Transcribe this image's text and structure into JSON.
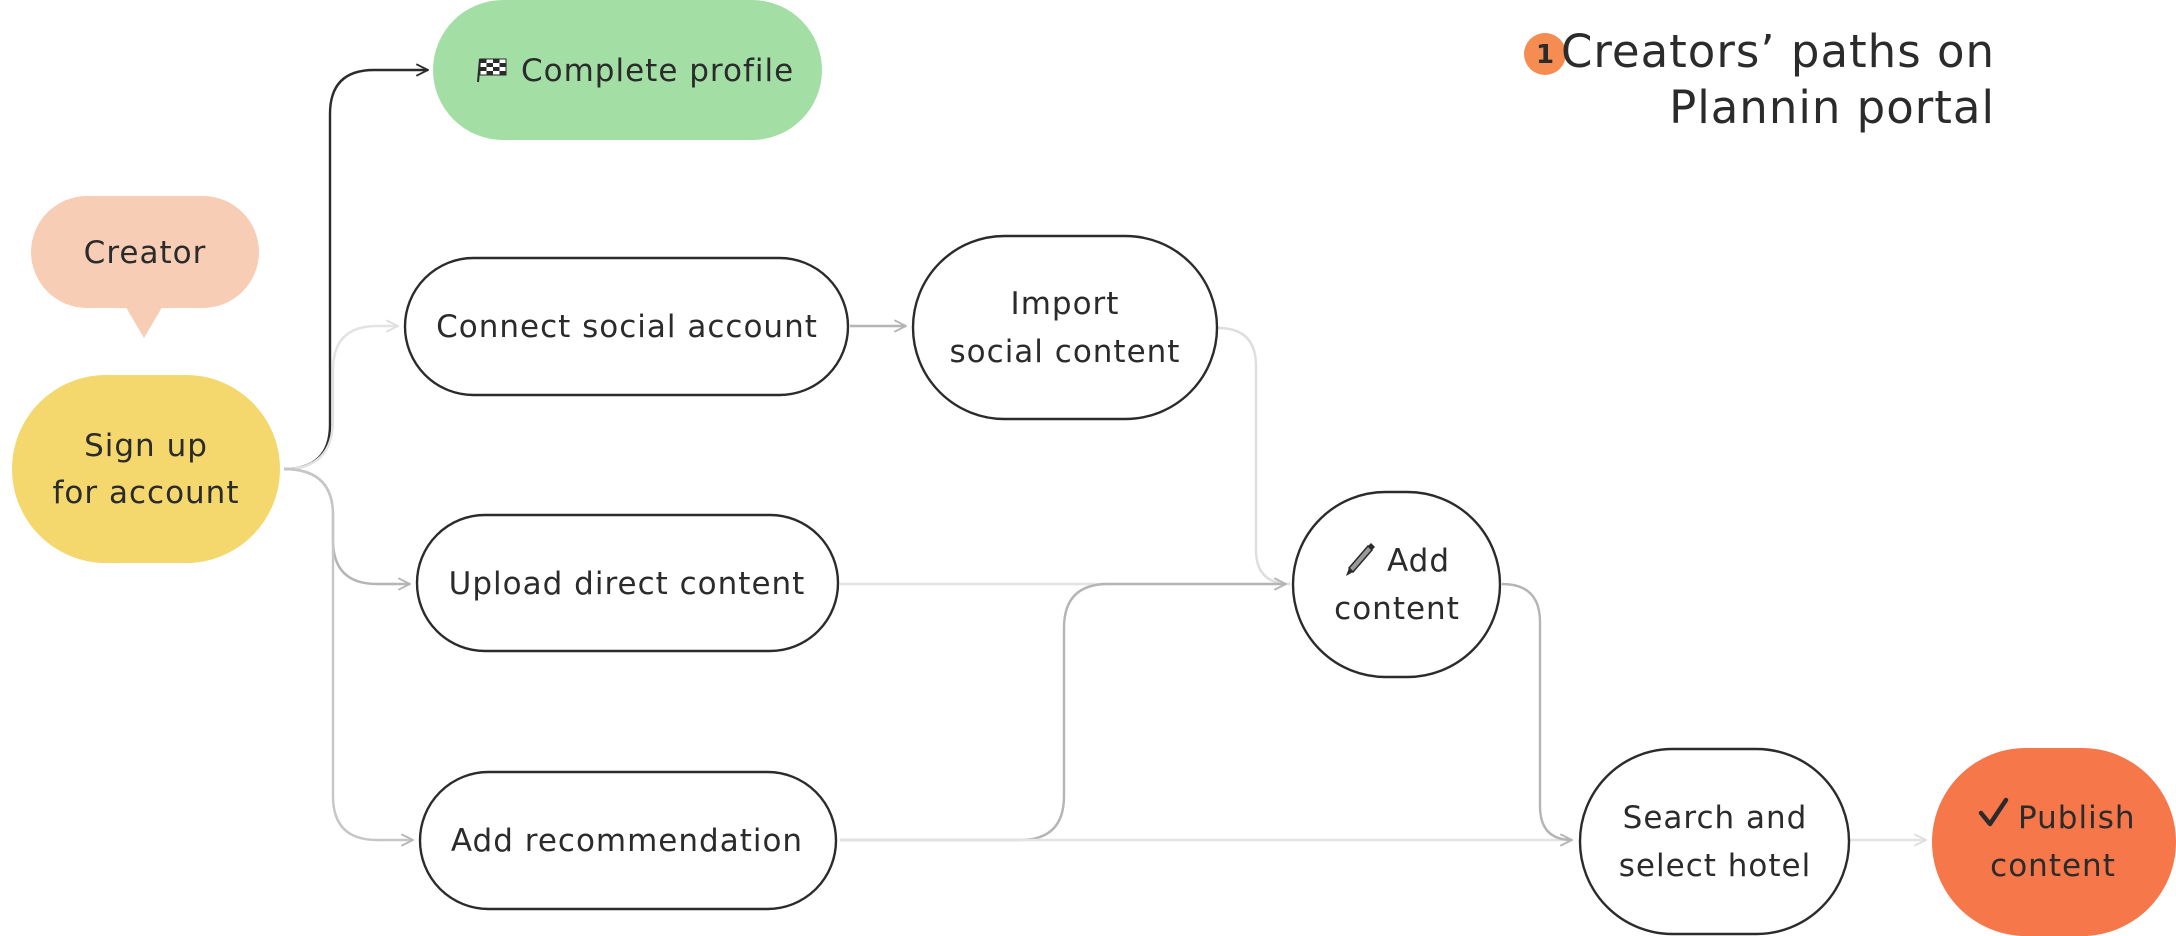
{
  "title": {
    "badge": "1",
    "line1": "Creators’ paths on",
    "line2": "Plannin portal"
  },
  "nodes": {
    "creator": "Creator",
    "signup": [
      "Sign up",
      "for account"
    ],
    "complete_profile": "Complete profile",
    "connect_social": "Connect social account",
    "import_social": [
      "Import",
      "social content"
    ],
    "upload_direct": "Upload direct content",
    "add_recommendation": "Add recommendation",
    "add_content": [
      "Add",
      "content"
    ],
    "search_hotel": [
      "Search and",
      "select hotel"
    ],
    "publish": [
      "Publish",
      "content"
    ]
  },
  "icons": {
    "complete_profile": "checkered-flag-icon",
    "add_content": "pencil-icon",
    "publish": "check-mark-icon"
  },
  "colors": {
    "creator_bubble": "#f8cdb6",
    "signup": "#f4d86e",
    "complete_profile": "#a3dea5",
    "publish": "#f5774a",
    "badge": "#f58c52",
    "outline": "#2b2b2b",
    "edge_dark": "#2b2b2b",
    "edge_mid": "#b5b5b5",
    "edge_light": "#dedede"
  }
}
